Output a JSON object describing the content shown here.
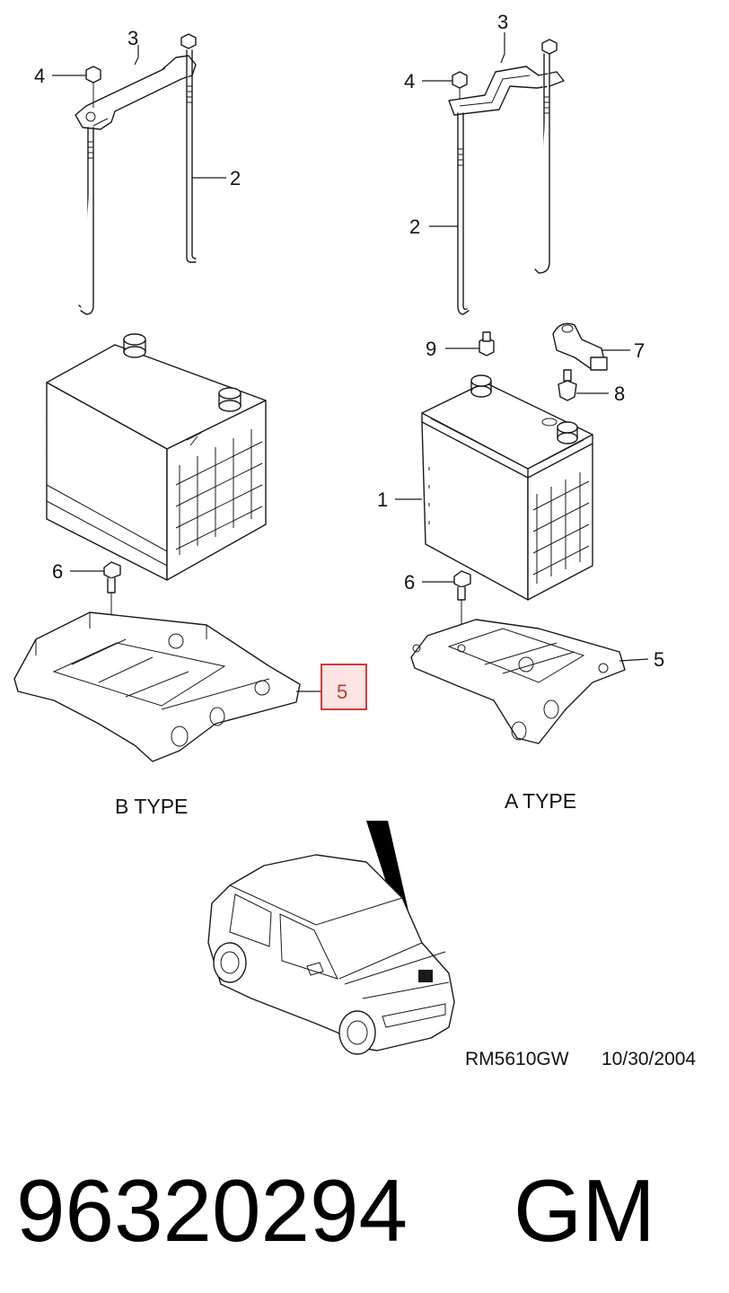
{
  "callouts": {
    "b_bracket": "3",
    "b_nut": "4",
    "b_rod": "2",
    "b_bolt": "6",
    "b_tray": "5",
    "a_bracket": "3",
    "a_nut": "4",
    "a_rod": "2",
    "a_bolt9": "9",
    "a_clamp": "7",
    "a_bolt8": "8",
    "a_battery": "1",
    "a_bolt": "6",
    "a_tray": "5"
  },
  "captions": {
    "b_type": "B TYPE",
    "a_type": "A TYPE"
  },
  "reference": {
    "code": "RM5610GW",
    "date": "10/30/2004"
  },
  "part": {
    "number": "96320294",
    "brand": "GM"
  },
  "colors": {
    "highlight_border": "#d33a3a",
    "highlight_fill": "#fce4e4"
  }
}
